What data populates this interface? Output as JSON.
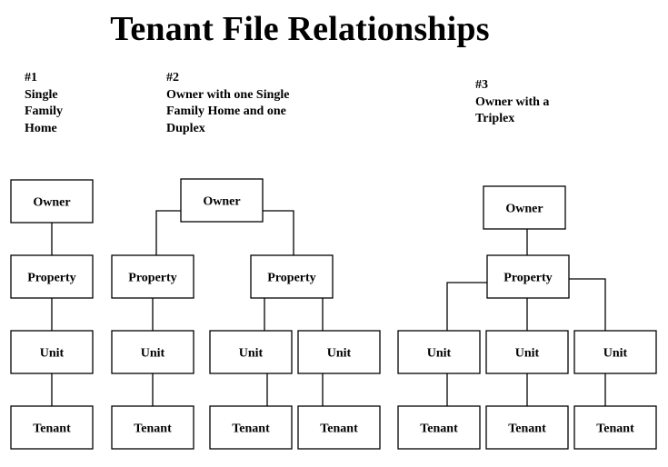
{
  "title": "Tenant File Relationships",
  "captions": {
    "c1": [
      "#1",
      "Single",
      "Family",
      "Home"
    ],
    "c2": [
      "#2",
      "Owner with one Single",
      "Family Home and one",
      "Duplex"
    ],
    "c3": [
      "#3",
      "Owner with a",
      "Triplex"
    ]
  },
  "labels": {
    "owner": "Owner",
    "property": "Property",
    "unit": "Unit",
    "tenant": "Tenant"
  }
}
